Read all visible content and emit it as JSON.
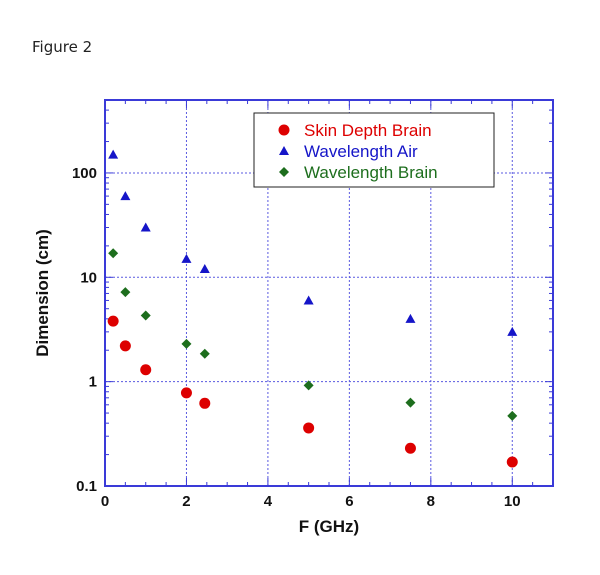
{
  "figure_label": "Figure 2",
  "colors": {
    "axis": "#3a3ad8",
    "grid": "#5a5ae0",
    "red": "#dd0000",
    "blue": "#1515c8",
    "green": "#1d6e1d"
  },
  "chart_data": {
    "type": "scatter",
    "xlabel": "F (GHz)",
    "ylabel": "Dimension (cm)",
    "xlim": [
      0,
      11
    ],
    "ylim": [
      0.1,
      500
    ],
    "y_scale": "log",
    "x_ticks": [
      0,
      2,
      4,
      6,
      8,
      10
    ],
    "y_ticks": [
      0.1,
      1,
      10,
      100
    ],
    "x_tick_labels": [
      "0",
      "2",
      "4",
      "6",
      "8",
      "10"
    ],
    "y_tick_labels": [
      "0.1",
      "1",
      "10",
      "100"
    ],
    "grid": true,
    "legend_position": "top-right",
    "series": [
      {
        "name": "Skin Depth Brain",
        "marker": "circle",
        "color": "#dd0000",
        "x": [
          0.2,
          0.5,
          1,
          2,
          2.45,
          5,
          7.5,
          10
        ],
        "y": [
          3.8,
          2.2,
          1.3,
          0.78,
          0.62,
          0.36,
          0.23,
          0.17
        ]
      },
      {
        "name": "Wavelength Air",
        "marker": "triangle",
        "color": "#1515c8",
        "x": [
          0.2,
          0.5,
          1,
          2,
          2.45,
          5,
          7.5,
          10
        ],
        "y": [
          150,
          60,
          30,
          15,
          12,
          6,
          4,
          3
        ]
      },
      {
        "name": "Wavelength Brain",
        "marker": "diamond",
        "color": "#1d6e1d",
        "x": [
          0.2,
          0.5,
          1,
          2,
          2.45,
          5,
          7.5,
          10
        ],
        "y": [
          17,
          7.2,
          4.3,
          2.3,
          1.85,
          0.92,
          0.63,
          0.47
        ]
      }
    ]
  }
}
